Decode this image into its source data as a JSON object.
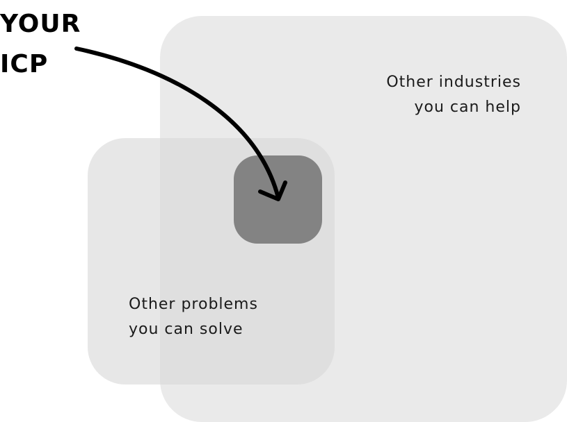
{
  "title": {
    "line1": "YOUR",
    "line2": "ICP"
  },
  "regions": {
    "industries": {
      "line1": "Other industries",
      "line2": "you can help"
    },
    "problems": {
      "line1": "Other problems",
      "line2": "you can solve"
    }
  },
  "colors": {
    "industries_fill": "#e9e9e9",
    "problems_fill": "#dcdcdc",
    "icp_fill": "#838383",
    "arrow": "#000000"
  }
}
